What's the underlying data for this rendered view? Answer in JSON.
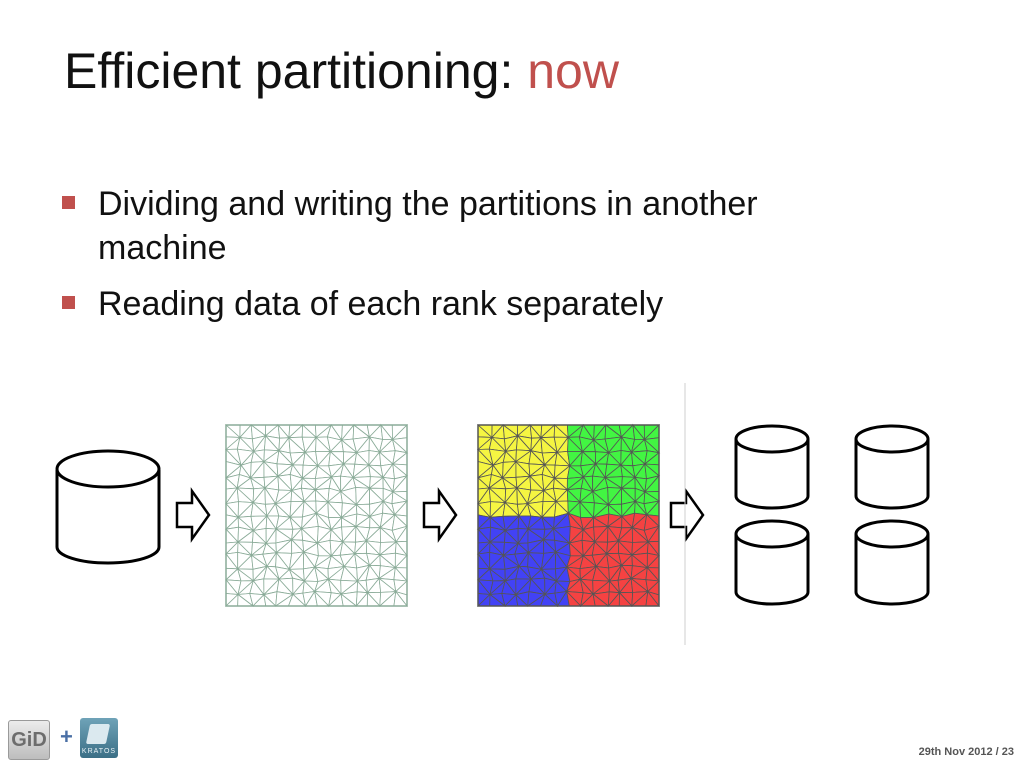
{
  "slide": {
    "title_main": "Efficient partitioning: ",
    "title_accent": "now",
    "bullets": [
      "Dividing and writing the partitions in another machine",
      "Reading data of each rank separately"
    ],
    "footer": "29th Nov 2012 / 23"
  },
  "diagram": {
    "mesh_color": "#8aab98",
    "partition_colors": [
      "#f5f542",
      "#42f542",
      "#4242f5",
      "#f54242"
    ],
    "mesh_line_color": "#555555"
  },
  "logos": {
    "gid": "GiD",
    "plus": "+",
    "kratos": "KRATOS"
  }
}
